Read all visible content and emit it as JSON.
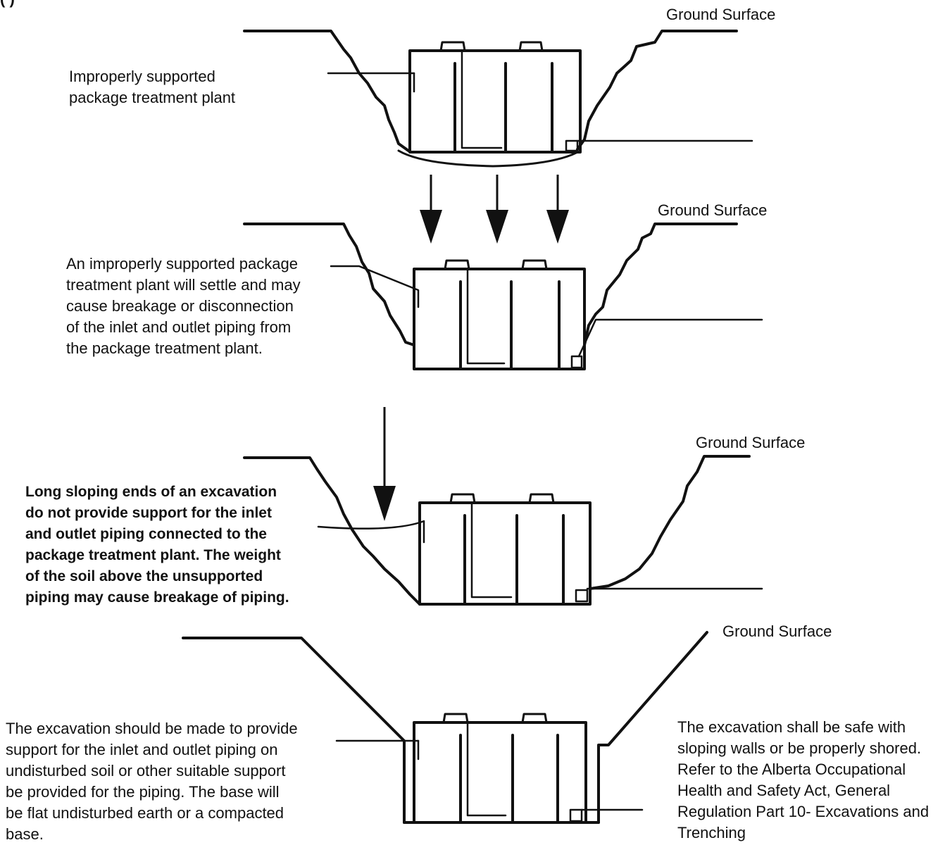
{
  "figure_mark": "(  )",
  "panels": [
    {
      "ground_label": "Ground Surface",
      "description_lines": [
        "Improperly supported",
        "package treatment plant"
      ]
    },
    {
      "ground_label": "Ground Surface",
      "description_lines": [
        "An improperly supported package",
        "treatment plant will settle and may",
        "cause breakage or disconnection",
        "of the inlet and outlet piping from",
        "the package treatment plant."
      ]
    },
    {
      "ground_label": "Ground Surface",
      "description_lines": [
        "Long sloping ends of an excavation",
        "do not provide support for the inlet",
        "and outlet piping connected to the",
        "package treatment plant. The weight",
        "of the soil above the unsupported",
        "piping may cause breakage of piping."
      ]
    },
    {
      "ground_label": "Ground Surface",
      "description_lines": [
        "The excavation should be made to provide",
        "support for the inlet and outlet piping on",
        "undisturbed soil or other suitable support",
        "be provided for the piping. The base will",
        "be flat undisturbed earth or a compacted",
        "base."
      ],
      "note_lines": [
        "The excavation shall be safe with",
        "sloping walls or be properly shored.",
        "Refer to the Alberta Occupational",
        "Health and Safety Act, General",
        "Regulation Part 10- Excavations and",
        "Trenching"
      ]
    }
  ]
}
